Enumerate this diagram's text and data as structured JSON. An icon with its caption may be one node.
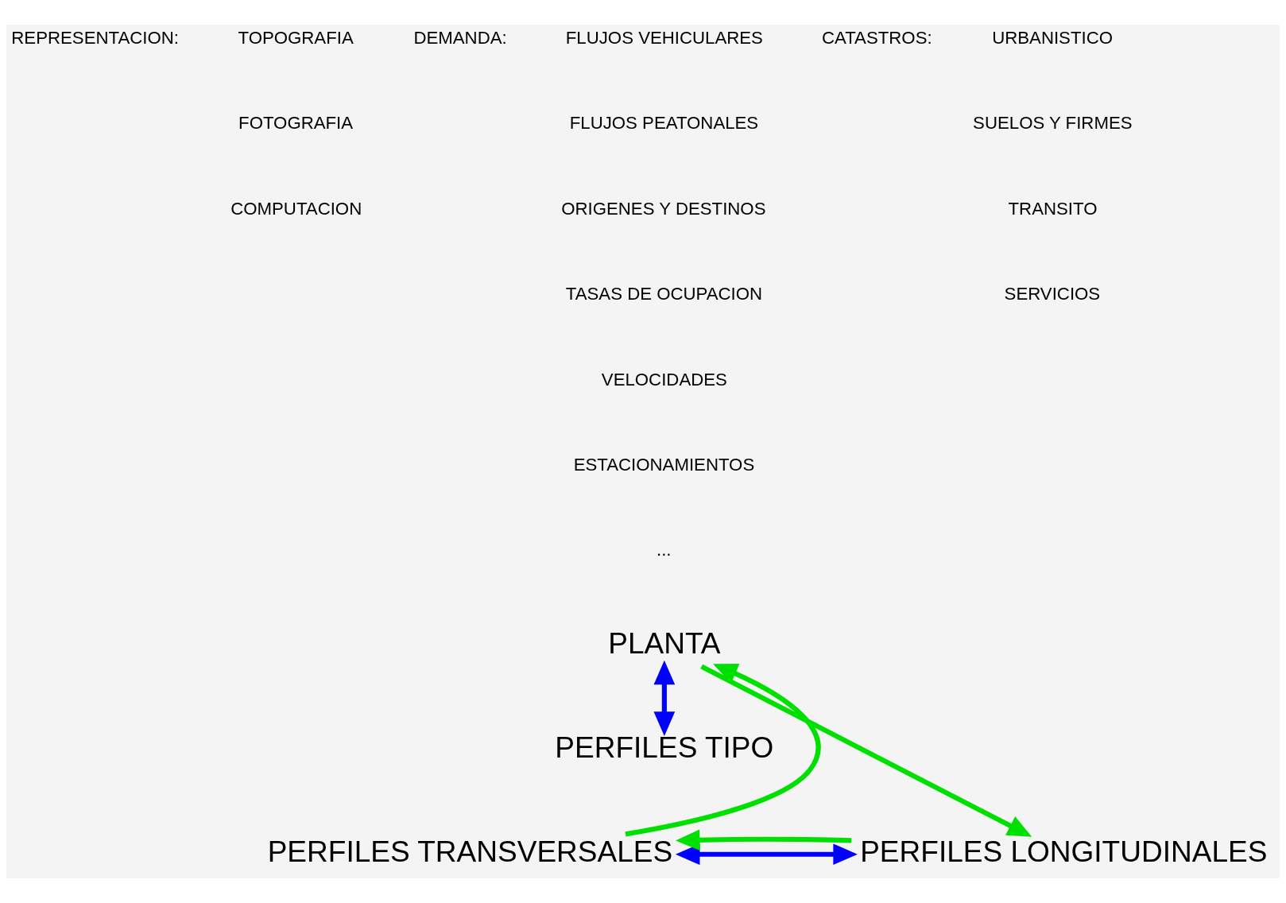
{
  "diagram": {
    "nodes": [
      {
        "text": [
          "PLANTA"
        ]
      },
      {
        "text": [
          "PERFILES TIPO"
        ]
      },
      {
        "text": [
          "PERFILES TRANSVERSALES"
        ]
      },
      {
        "text": [
          "PERFILES LONGITUDINALES"
        ]
      }
    ],
    "edges": [
      {
        "from": 0,
        "to": 1,
        "arrow": "both",
        "color": "#0000ff"
      },
      {
        "from": 2,
        "to": 3,
        "arrow": "both",
        "color": "#0000ff"
      },
      {
        "from": 2,
        "to": 0,
        "arrow": "to"
      },
      {
        "from": 0,
        "to": 3,
        "arrow": "to"
      },
      {
        "from": 3,
        "to": 2,
        "arrow": "to"
      }
    ],
    "labels": [
      "REPRESENTACION:",
      "TOPOGRAFIA",
      "FOTOGRAFIA",
      "COMPUTACION",
      "DEMANDA:",
      "FLUJOS VEHICULARES",
      "FLUJOS PEATONALES",
      "ORIGENES Y DESTINOS",
      "TASAS DE OCUPACION",
      "VELOCIDADES",
      "ESTACIONAMIENTOS",
      "...",
      "CATASTROS:",
      "URBANISTICO",
      "SUELOS Y FIRMES",
      "TRANSITO",
      "SERVICIOS"
    ]
  }
}
